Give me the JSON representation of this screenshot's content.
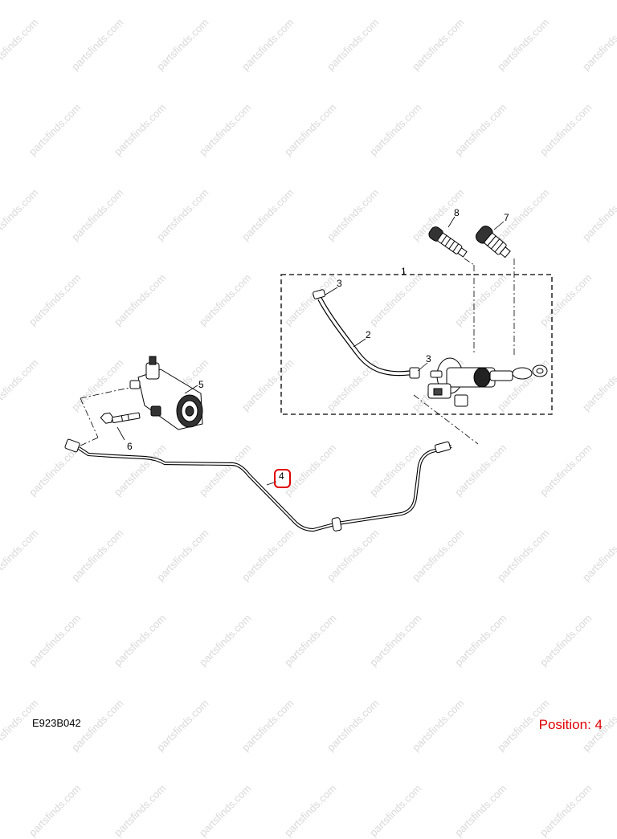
{
  "watermark": "partsfinds.com",
  "callouts": [
    "1",
    "2",
    "3",
    "3",
    "4",
    "5",
    "6",
    "7",
    "8"
  ],
  "diagram_code": "E923B042",
  "position_label": "Position: 4",
  "colors": {
    "highlight": "#e00000",
    "line": "#000000"
  }
}
